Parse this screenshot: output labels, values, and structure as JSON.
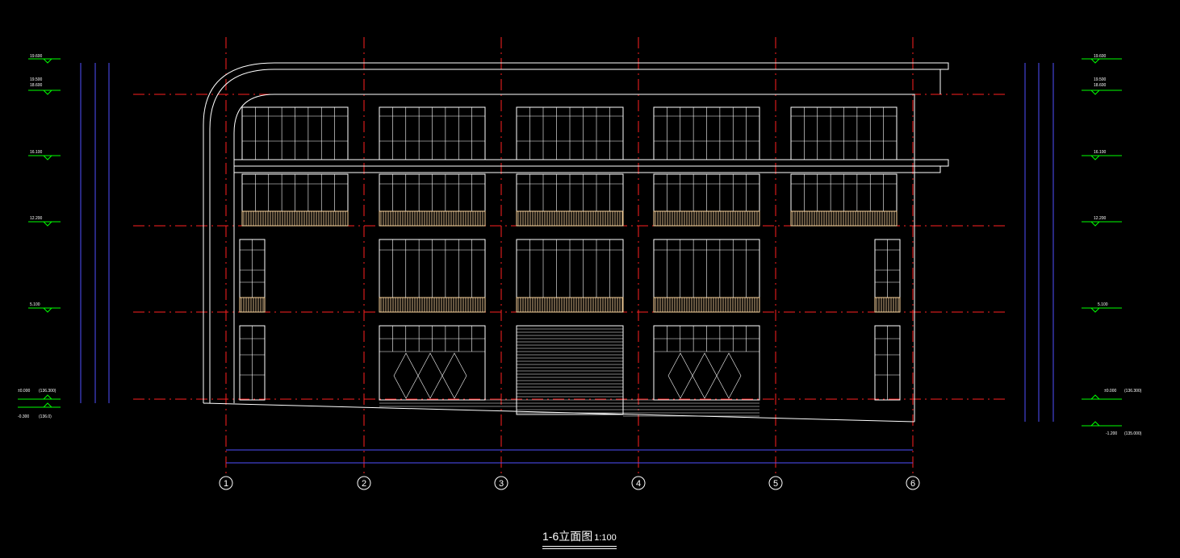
{
  "drawing": {
    "title": "1-6立面图",
    "scale": "1:100",
    "axes": [
      "1",
      "2",
      "3",
      "4",
      "5",
      "6"
    ],
    "levels_left": [
      "19.600",
      "19.500",
      "18.600",
      "16.100",
      "12.200",
      "5.100",
      "±0.000",
      "-0.300"
    ],
    "levels_left_abs": [
      "(136.300)",
      "(136.0)"
    ],
    "levels_right": [
      "19.600",
      "19.500",
      "18.600",
      "16.100",
      "12.200",
      "5.100",
      "±0.000",
      "-1.200"
    ],
    "levels_right_abs": [
      "(136.300)",
      "(135.000)"
    ],
    "colors": {
      "background": "#000000",
      "outline": "#ffffff",
      "axis_line": "#ff0000",
      "dimension": "#4040ff",
      "level_mark": "#00ff00",
      "railing": "#ffd8a0"
    }
  }
}
